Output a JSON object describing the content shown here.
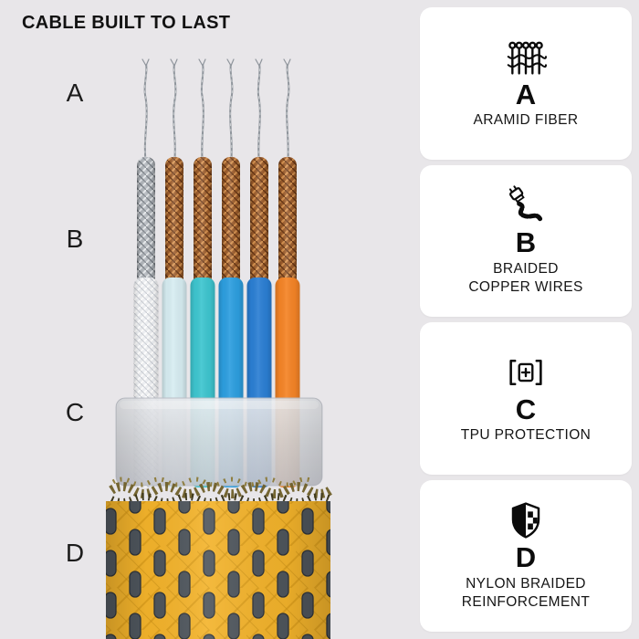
{
  "page": {
    "title": "CABLE BUILT TO LAST"
  },
  "theme": {
    "bg": "#e8e6e9",
    "card-bg": "#ffffff",
    "text": "#111111",
    "jacket-yellow": "#f3b32b",
    "copper": "#a15f2c",
    "silver": "#b3b8be",
    "wire-white": "#eef0f3",
    "wire-pale": "#d7edf2",
    "wire-teal": "#3ec6d0",
    "wire-blue": "#2d9fe0",
    "wire-deepblue": "#2b7fd4",
    "wire-orange": "#f58426",
    "tpu-gray": "#d8dade"
  },
  "diagram": {
    "labels": [
      {
        "letter": "A"
      },
      {
        "letter": "B"
      },
      {
        "letter": "C"
      },
      {
        "letter": "D"
      }
    ]
  },
  "cards": [
    {
      "letter": "A",
      "label": "ARAMID FIBER"
    },
    {
      "letter": "B",
      "label": "BRAIDED\nCOPPER WIRES"
    },
    {
      "letter": "C",
      "label": "TPU PROTECTION"
    },
    {
      "letter": "D",
      "label": "NYLON BRAIDED\nREINFORCEMENT"
    }
  ]
}
